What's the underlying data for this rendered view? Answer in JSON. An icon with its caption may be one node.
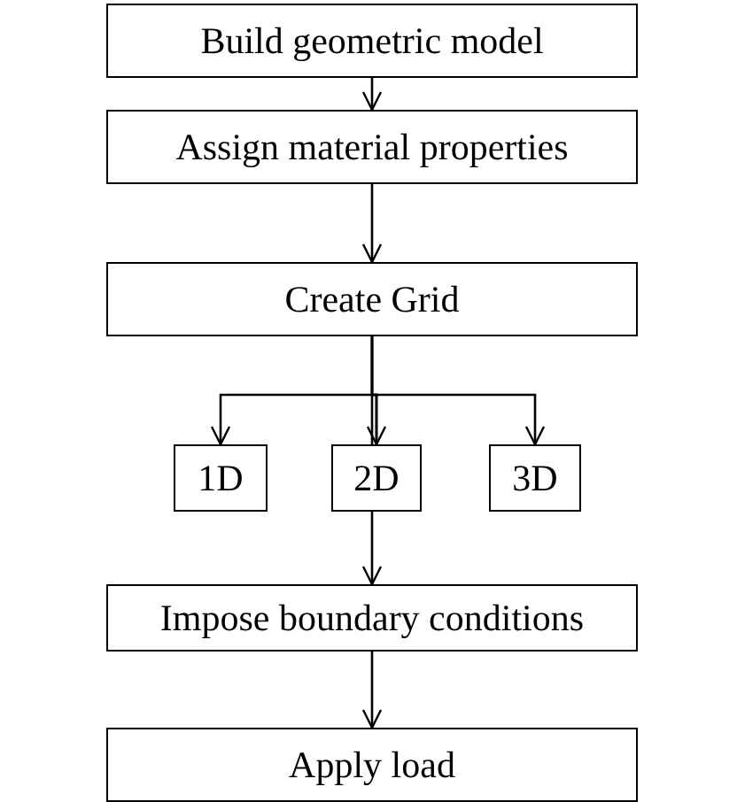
{
  "diagram": {
    "nodes": [
      {
        "text": [
          "Build geometric model"
        ]
      },
      {
        "text": [
          "Assign material properties"
        ]
      },
      {
        "text": [
          "Create Grid"
        ]
      },
      {
        "text": [
          "1D"
        ]
      },
      {
        "text": [
          "2D"
        ]
      },
      {
        "text": [
          "3D"
        ]
      },
      {
        "text": [
          "Impose boundary conditions"
        ]
      },
      {
        "text": [
          "Apply load"
        ]
      }
    ],
    "edges": [
      {
        "from": 0,
        "to": 1,
        "arrow": "to"
      },
      {
        "from": 1,
        "to": 2,
        "arrow": "to"
      },
      {
        "from": 2,
        "to": 3,
        "arrow": "to"
      },
      {
        "from": 2,
        "to": 4,
        "arrow": "to"
      },
      {
        "from": 2,
        "to": 5,
        "arrow": "to"
      },
      {
        "from": 4,
        "to": 6,
        "arrow": "to"
      },
      {
        "from": 6,
        "to": 7,
        "arrow": "to"
      }
    ]
  }
}
